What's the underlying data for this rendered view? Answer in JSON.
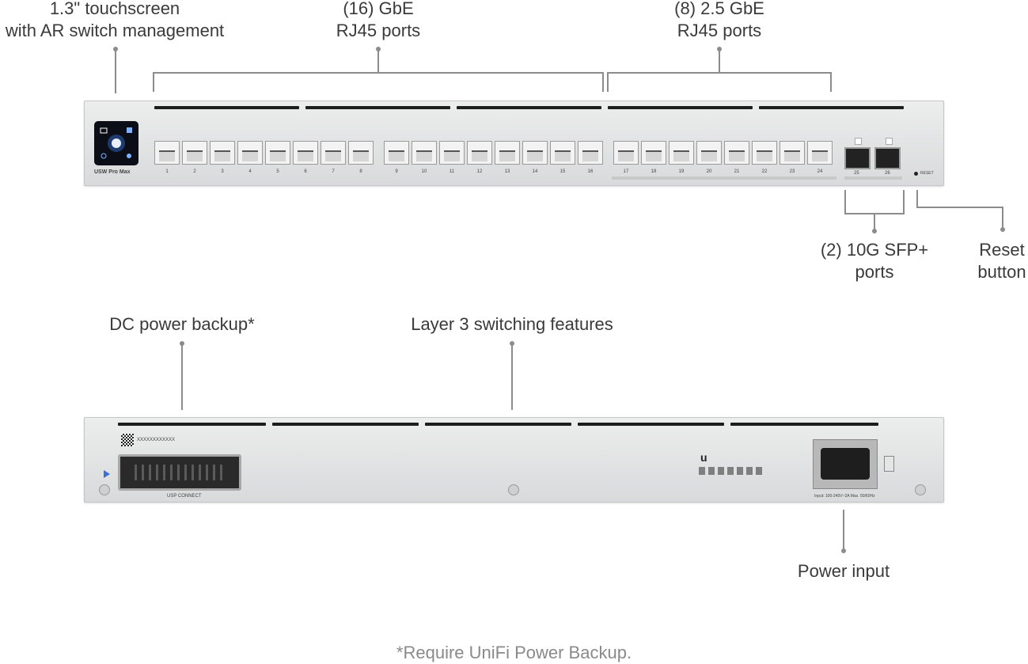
{
  "callouts": {
    "touchscreen": [
      "1.3\" touchscreen",
      "with AR switch management"
    ],
    "gbe": [
      "(16) GbE",
      "RJ45 ports"
    ],
    "gbe25": [
      "(8) 2.5 GbE",
      "RJ45 ports"
    ],
    "sfp": [
      "(2) 10G SFP+",
      "ports"
    ],
    "reset": [
      "Reset",
      "button"
    ],
    "dc_power": "DC power backup*",
    "layer3": "Layer 3 switching features",
    "power_input": "Power input"
  },
  "front": {
    "model_label": "USW Pro Max",
    "reset_label": "RESET",
    "port_numbers": [
      "1",
      "2",
      "3",
      "4",
      "5",
      "6",
      "7",
      "8",
      "9",
      "10",
      "11",
      "12",
      "13",
      "14",
      "15",
      "16",
      "17",
      "18",
      "19",
      "20",
      "21",
      "22",
      "23",
      "24"
    ],
    "sfp_numbers": [
      "25",
      "26"
    ]
  },
  "back": {
    "usp_label": "USP CONNECT",
    "serial_text": "XXXXXXXXXXXX",
    "power_rating": "Input: 100-240V~2A Max. 50/60Hz"
  },
  "footnote": "*Require UniFi Power Backup.",
  "colors": {
    "chassis": "#e3e4e5",
    "callout_text": "#3a3a3a",
    "leader_line": "#8c8c8c",
    "footnote_text": "#8a8a8a"
  }
}
